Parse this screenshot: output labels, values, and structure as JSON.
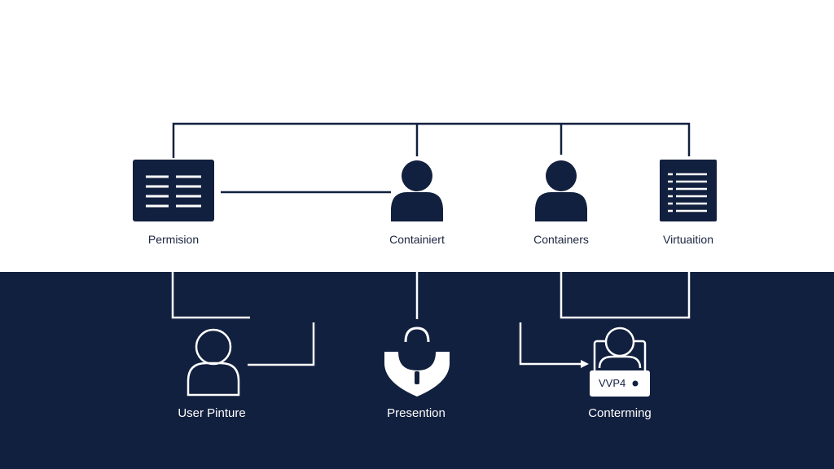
{
  "colors": {
    "navy": "#12203f",
    "white": "#ffffff",
    "top_background": "#ffffff",
    "bottom_background": "#12203f"
  },
  "nodes": {
    "permission": {
      "label": "Permision",
      "icon": "document-list-icon"
    },
    "containiert": {
      "label": "Containiert",
      "icon": "user-icon"
    },
    "containers": {
      "label": "Containers",
      "icon": "user-icon"
    },
    "virtuaition": {
      "label": "Virtuaition",
      "icon": "document-list-icon"
    },
    "user_pinture": {
      "label": "User Pinture",
      "icon": "user-outline-icon"
    },
    "presentation": {
      "label": "Presention",
      "icon": "shield-lock-icon"
    },
    "conterming": {
      "label": "Conterming",
      "icon": "user-badge-icon",
      "badge_text": "VVP4"
    }
  }
}
